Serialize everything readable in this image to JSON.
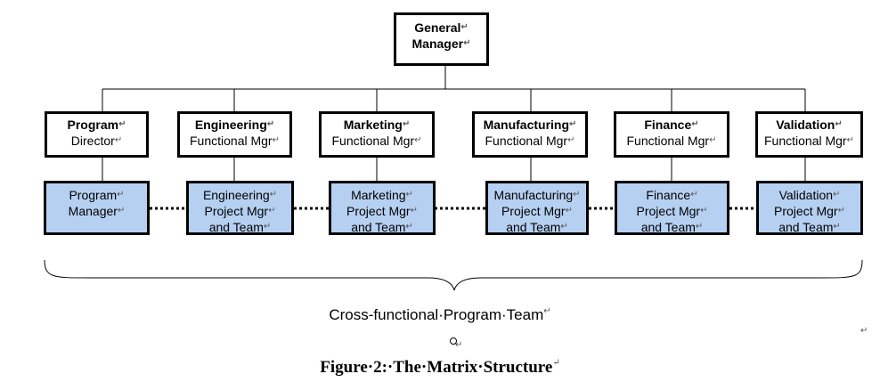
{
  "general_manager": {
    "line1": "General",
    "line2": "Manager"
  },
  "functional_heads": [
    {
      "title": "Program",
      "role": "Director"
    },
    {
      "title": "Engineering",
      "role": "Functional Mgr"
    },
    {
      "title": "Marketing",
      "role": "Functional Mgr"
    },
    {
      "title": "Manufacturing",
      "role": "Functional Mgr"
    },
    {
      "title": "Finance",
      "role": "Functional Mgr"
    },
    {
      "title": "Validation",
      "role": "Functional Mgr"
    }
  ],
  "teams": [
    {
      "lines": [
        "Program",
        "Manager"
      ]
    },
    {
      "lines": [
        "Engineering",
        "Project Mgr",
        "and Team"
      ]
    },
    {
      "lines": [
        "Marketing",
        "Project Mgr",
        "and Team"
      ]
    },
    {
      "lines": [
        "Manufacturing",
        "Project Mgr",
        "and Team"
      ]
    },
    {
      "lines": [
        "Finance",
        "Project Mgr",
        "and Team"
      ]
    },
    {
      "lines": [
        "Validation",
        "Project Mgr",
        "and Team"
      ]
    }
  ],
  "team_caption": "Cross-functional·Program·Team",
  "figure_caption": "Figure·2:·The·Matrix·Structure",
  "paragraph_mark": "↵",
  "colors": {
    "team_fill": "#b6d0f2",
    "border": "#000000"
  }
}
